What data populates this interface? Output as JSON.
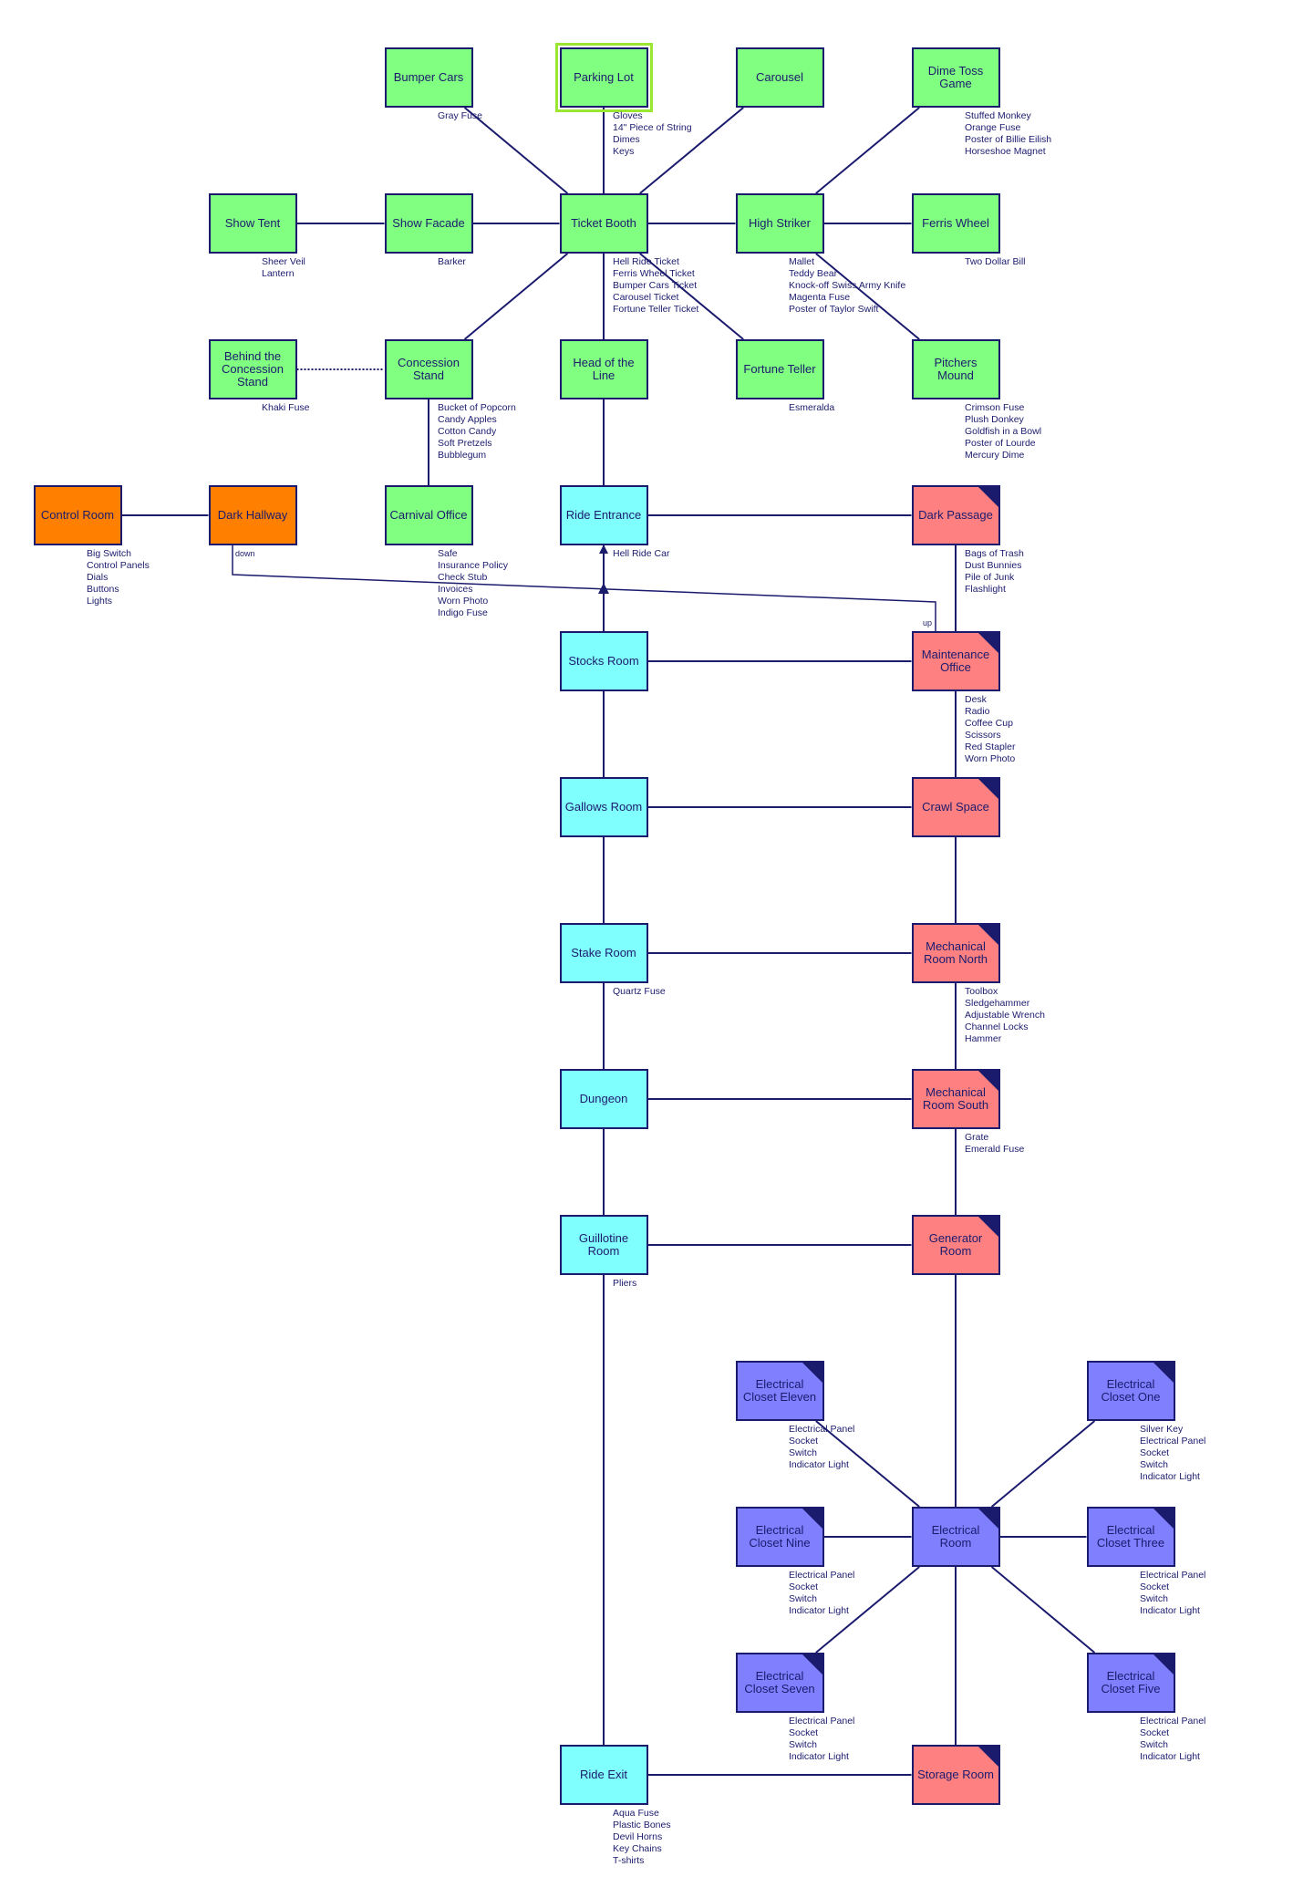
{
  "colors": {
    "green": "#80ff80",
    "orange": "#ff8000",
    "cyan": "#80ffff",
    "salmon": "#ff8080",
    "violet": "#8080ff",
    "line": "#1b1b6e",
    "start_highlight": "#9be633"
  },
  "rooms": [
    {
      "id": "bumper",
      "label": "Bumper Cars",
      "color": "green",
      "items": [
        "Gray Fuse"
      ]
    },
    {
      "id": "parking",
      "label": "Parking Lot",
      "color": "green",
      "start": true,
      "items": [
        "Gloves",
        "14\" Piece of String",
        "Dimes",
        "Keys"
      ]
    },
    {
      "id": "carousel",
      "label": "Carousel",
      "color": "green",
      "items": []
    },
    {
      "id": "dime",
      "label": "Dime Toss Game",
      "color": "green",
      "items": [
        "Stuffed Monkey",
        "Orange Fuse",
        "Poster of Billie Eilish",
        "Horseshoe Magnet"
      ]
    },
    {
      "id": "showtent",
      "label": "Show Tent",
      "color": "green",
      "items": [
        "Sheer Veil",
        "Lantern"
      ]
    },
    {
      "id": "showfacade",
      "label": "Show Facade",
      "color": "green",
      "items": [
        "Barker"
      ]
    },
    {
      "id": "ticket",
      "label": "Ticket Booth",
      "color": "green",
      "items": [
        "Hell Ride Ticket",
        "Ferris Wheel Ticket",
        "Bumper Cars Ticket",
        "Carousel Ticket",
        "Fortune Teller Ticket"
      ]
    },
    {
      "id": "highstriker",
      "label": "High Striker",
      "color": "green",
      "items": [
        "Mallet",
        "Teddy Bear",
        "Knock-off Swiss Army Knife",
        "Magenta Fuse",
        "Poster of Taylor Swift"
      ]
    },
    {
      "id": "ferris",
      "label": "Ferris Wheel",
      "color": "green",
      "items": [
        "Two Dollar Bill"
      ]
    },
    {
      "id": "behind",
      "label": "Behind the Concession Stand",
      "color": "green",
      "items": [
        "Khaki Fuse"
      ]
    },
    {
      "id": "concession",
      "label": "Concession Stand",
      "color": "green",
      "items": [
        "Bucket of Popcorn",
        "Candy Apples",
        "Cotton Candy",
        "Soft Pretzels",
        "Bubblegum"
      ]
    },
    {
      "id": "head",
      "label": "Head of the Line",
      "color": "green",
      "items": []
    },
    {
      "id": "fortune",
      "label": "Fortune Teller",
      "color": "green",
      "items": [
        "Esmeralda"
      ]
    },
    {
      "id": "pitchers",
      "label": "Pitchers Mound",
      "color": "green",
      "items": [
        "Crimson Fuse",
        "Plush Donkey",
        "Goldfish in a Bowl",
        "Poster of Lourde",
        "Mercury Dime"
      ]
    },
    {
      "id": "control",
      "label": "Control Room",
      "color": "orange",
      "items": [
        "Big Switch",
        "Control Panels",
        "Dials",
        "Buttons",
        "Lights"
      ]
    },
    {
      "id": "darkhall",
      "label": "Dark Hallway",
      "color": "orange",
      "items": []
    },
    {
      "id": "carnival",
      "label": "Carnival Office",
      "color": "green",
      "items": [
        "Safe",
        "Insurance Policy",
        "Check Stub",
        "Invoices",
        "Worn Photo",
        "Indigo Fuse"
      ]
    },
    {
      "id": "rideentrance",
      "label": "Ride Entrance",
      "color": "cyan",
      "items": [
        "Hell Ride Car"
      ]
    },
    {
      "id": "darkpassage",
      "label": "Dark Passage",
      "color": "salmon",
      "corner": true,
      "items": [
        "Bags of Trash",
        "Dust Bunnies",
        "Pile of Junk",
        "Flashlight"
      ]
    },
    {
      "id": "stocks",
      "label": "Stocks Room",
      "color": "cyan",
      "items": []
    },
    {
      "id": "maint",
      "label": "Maintenance Office",
      "color": "salmon",
      "corner": true,
      "items": [
        "Desk",
        "Radio",
        "Coffee Cup",
        "Scissors",
        "Red Stapler",
        "Worn Photo"
      ]
    },
    {
      "id": "gallows",
      "label": "Gallows Room",
      "color": "cyan",
      "items": []
    },
    {
      "id": "crawl",
      "label": "Crawl Space",
      "color": "salmon",
      "corner": true,
      "items": []
    },
    {
      "id": "stake",
      "label": "Stake Room",
      "color": "cyan",
      "items": [
        "Quartz Fuse"
      ]
    },
    {
      "id": "mechn",
      "label": "Mechanical Room North",
      "color": "salmon",
      "corner": true,
      "items": [
        "Toolbox",
        "Sledgehammer",
        "Adjustable Wrench",
        "Channel Locks",
        "Hammer"
      ]
    },
    {
      "id": "dungeon",
      "label": "Dungeon",
      "color": "cyan",
      "items": []
    },
    {
      "id": "mechs",
      "label": "Mechanical Room South",
      "color": "salmon",
      "corner": true,
      "items": [
        "Grate",
        "Emerald Fuse"
      ]
    },
    {
      "id": "guillotine",
      "label": "Guillotine Room",
      "color": "cyan",
      "items": [
        "Pliers"
      ]
    },
    {
      "id": "generator",
      "label": "Generator Room",
      "color": "salmon",
      "corner": true,
      "items": []
    },
    {
      "id": "ec11",
      "label": "Electrical Closet Eleven",
      "color": "violet",
      "corner": true,
      "items": [
        "Electrical Panel",
        "Socket",
        "Switch",
        "Indicator Light"
      ]
    },
    {
      "id": "ec1",
      "label": "Electrical Closet One",
      "color": "violet",
      "corner": true,
      "items": [
        "Silver Key",
        "Electrical Panel",
        "Socket",
        "Switch",
        "Indicator Light"
      ]
    },
    {
      "id": "ec9",
      "label": "Electrical Closet Nine",
      "color": "violet",
      "corner": true,
      "items": [
        "Electrical Panel",
        "Socket",
        "Switch",
        "Indicator Light"
      ]
    },
    {
      "id": "elec",
      "label": "Electrical Room",
      "color": "violet",
      "corner": true,
      "items": []
    },
    {
      "id": "ec3",
      "label": "Electrical Closet Three",
      "color": "violet",
      "corner": true,
      "items": [
        "Electrical Panel",
        "Socket",
        "Switch",
        "Indicator Light"
      ]
    },
    {
      "id": "ec7",
      "label": "Electrical Closet Seven",
      "color": "violet",
      "corner": true,
      "items": [
        "Electrical Panel",
        "Socket",
        "Switch",
        "Indicator Light"
      ]
    },
    {
      "id": "ec5",
      "label": "Electrical Closet Five",
      "color": "violet",
      "corner": true,
      "items": [
        "Electrical Panel",
        "Socket",
        "Switch",
        "Indicator Light"
      ]
    },
    {
      "id": "rideexit",
      "label": "Ride Exit",
      "color": "cyan",
      "items": [
        "Aqua Fuse",
        "Plastic Bones",
        "Devil Horns",
        "Key Chains",
        "T-shirts"
      ]
    },
    {
      "id": "storage",
      "label": "Storage Room",
      "color": "salmon",
      "corner": true,
      "items": []
    }
  ],
  "connections": [
    {
      "from": "bumper",
      "to": "ticket"
    },
    {
      "from": "parking",
      "to": "ticket"
    },
    {
      "from": "carousel",
      "to": "ticket"
    },
    {
      "from": "dime",
      "to": "highstriker"
    },
    {
      "from": "showtent",
      "to": "showfacade"
    },
    {
      "from": "showfacade",
      "to": "ticket"
    },
    {
      "from": "ticket",
      "to": "highstriker"
    },
    {
      "from": "highstriker",
      "to": "ferris"
    },
    {
      "from": "ticket",
      "to": "concession"
    },
    {
      "from": "ticket",
      "to": "head"
    },
    {
      "from": "ticket",
      "to": "fortune"
    },
    {
      "from": "highstriker",
      "to": "pitchers"
    },
    {
      "from": "behind",
      "to": "concession",
      "style": "dotted"
    },
    {
      "from": "concession",
      "to": "carnival"
    },
    {
      "from": "head",
      "to": "rideentrance"
    },
    {
      "from": "control",
      "to": "darkhall"
    },
    {
      "from": "rideentrance",
      "to": "darkpassage"
    },
    {
      "from": "darkpassage",
      "to": "maint"
    },
    {
      "from": "stocks",
      "to": "rideentrance",
      "arrow": true
    },
    {
      "from": "stocks",
      "to": "maint"
    },
    {
      "from": "stocks",
      "to": "gallows"
    },
    {
      "from": "maint",
      "to": "crawl"
    },
    {
      "from": "gallows",
      "to": "crawl"
    },
    {
      "from": "gallows",
      "to": "stake"
    },
    {
      "from": "crawl",
      "to": "mechn"
    },
    {
      "from": "stake",
      "to": "mechn"
    },
    {
      "from": "stake",
      "to": "dungeon"
    },
    {
      "from": "mechn",
      "to": "mechs"
    },
    {
      "from": "dungeon",
      "to": "mechs"
    },
    {
      "from": "dungeon",
      "to": "guillotine"
    },
    {
      "from": "mechs",
      "to": "generator"
    },
    {
      "from": "guillotine",
      "to": "generator"
    },
    {
      "from": "guillotine",
      "to": "rideexit"
    },
    {
      "from": "generator",
      "to": "elec"
    },
    {
      "from": "ec11",
      "to": "elec"
    },
    {
      "from": "ec1",
      "to": "elec"
    },
    {
      "from": "ec9",
      "to": "elec"
    },
    {
      "from": "ec3",
      "to": "elec"
    },
    {
      "from": "ec7",
      "to": "elec"
    },
    {
      "from": "ec5",
      "to": "elec"
    },
    {
      "from": "elec",
      "to": "storage"
    },
    {
      "from": "rideexit",
      "to": "storage"
    }
  ],
  "stairs": {
    "from": "darkhall",
    "to": "maint",
    "down_label": "down",
    "up_label": "up"
  }
}
